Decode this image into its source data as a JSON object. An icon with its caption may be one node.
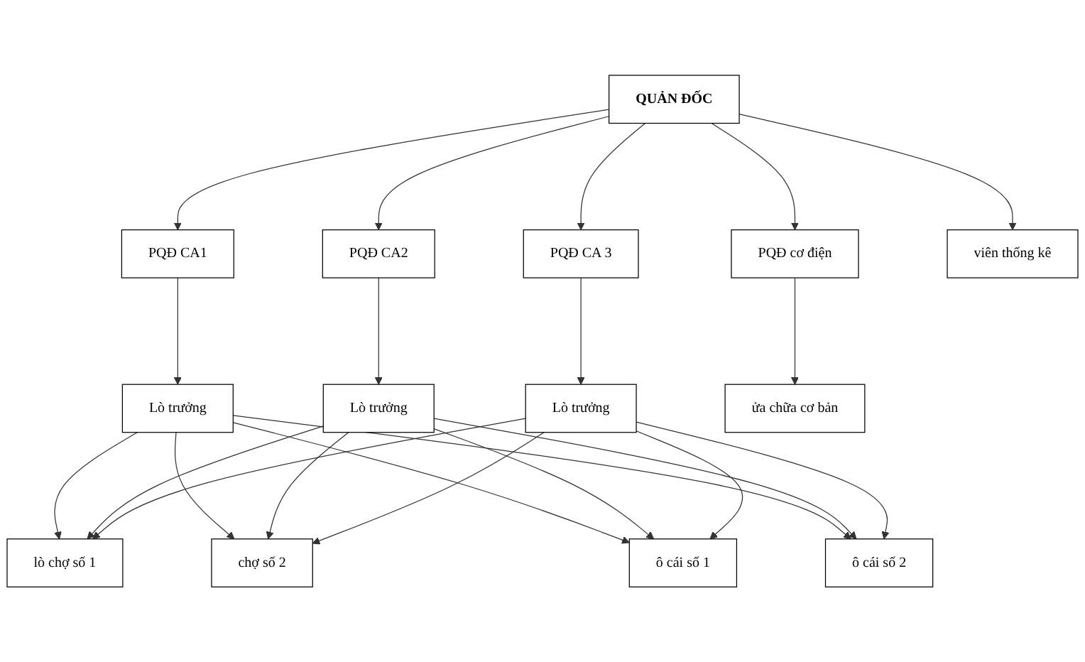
{
  "diagram": {
    "nodes": [
      {
        "text": [
          "QUẢN ĐỐC"
        ]
      },
      {
        "text": [
          "PQĐ CA1"
        ]
      },
      {
        "text": [
          "PQĐ CA2"
        ]
      },
      {
        "text": [
          "PQĐ CA 3"
        ]
      },
      {
        "text": [
          "PQĐ cơ điện"
        ]
      },
      {
        "text": [
          "Lò trưởng"
        ]
      },
      {
        "text": [
          "Lò trưởng"
        ]
      },
      {
        "text": [
          "Lò trưởng"
        ]
      },
      {
        "text": [
          "lò chợ số 1"
        ]
      },
      {
        "text": [
          "chợ số 2"
        ]
      },
      {
        "text": [
          "ô cái số 1"
        ]
      },
      {
        "text": [
          "ô cái số 2"
        ]
      },
      {
        "text": [
          "ửa chữa cơ bản"
        ]
      },
      {
        "text": [
          "viên thống kê"
        ]
      }
    ],
    "edges": [
      {
        "from": 0,
        "to": 1,
        "arrow": "to"
      },
      {
        "from": 0,
        "to": 2,
        "arrow": "to"
      },
      {
        "from": 0,
        "to": 3,
        "arrow": "to"
      },
      {
        "from": 0,
        "to": 4,
        "arrow": "to"
      },
      {
        "from": 0,
        "to": 13,
        "arrow": "to"
      },
      {
        "from": 1,
        "to": 5,
        "arrow": "to"
      },
      {
        "from": 2,
        "to": 6,
        "arrow": "to"
      },
      {
        "from": 3,
        "to": 7,
        "arrow": "to"
      },
      {
        "from": 5,
        "to": 8,
        "arrow": "to"
      },
      {
        "from": 5,
        "to": 9,
        "arrow": "to"
      },
      {
        "from": 5,
        "to": 10,
        "arrow": "to"
      },
      {
        "from": 5,
        "to": 11,
        "arrow": "to"
      },
      {
        "from": 6,
        "to": 8,
        "arrow": "to"
      },
      {
        "from": 6,
        "to": 9,
        "arrow": "to"
      },
      {
        "from": 6,
        "to": 10,
        "arrow": "to"
      },
      {
        "from": 6,
        "to": 11,
        "arrow": "to"
      },
      {
        "from": 7,
        "to": 8,
        "arrow": "to"
      },
      {
        "from": 7,
        "to": 9,
        "arrow": "to"
      },
      {
        "from": 7,
        "to": 10,
        "arrow": "to"
      },
      {
        "from": 7,
        "to": 11,
        "arrow": "to"
      },
      {
        "from": 4,
        "to": 12,
        "arrow": "to"
      }
    ]
  }
}
